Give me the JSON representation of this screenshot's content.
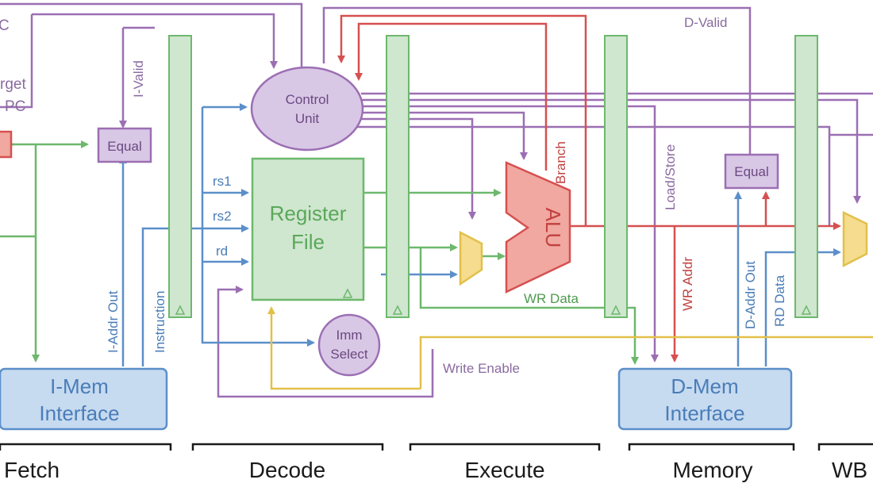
{
  "colors": {
    "purple": "#9b6fb3",
    "purple_fill": "#d9c7e6",
    "green": "#6db86d",
    "green_fill": "#cfe6cf",
    "blue": "#5b8fc9",
    "blue_fill": "#c6daf0",
    "red": "#d65050",
    "red_fill": "#f0a8a0",
    "yellow": "#e2c04a",
    "yellow_fill": "#f5dc8e",
    "text_purple": "#8a6aa0",
    "text_green": "#4f9a4f",
    "text_blue": "#4a7db8",
    "text_red": "#c24040"
  },
  "blocks": {
    "control_unit": [
      "Control",
      "Unit"
    ],
    "register_file": [
      "Register",
      "File"
    ],
    "alu": "ALU",
    "imm_select": [
      "Imm",
      "Select"
    ],
    "imem": [
      "I-Mem",
      "Interface"
    ],
    "dmem": [
      "D-Mem",
      "Interface"
    ],
    "equal_fetch": "Equal",
    "equal_mem": "Equal"
  },
  "signals": {
    "target_pc": [
      "rget",
      "PC"
    ],
    "top_left_c": "C",
    "i_valid": "I-Valid",
    "i_addr_out": "I-Addr Out",
    "instruction": "Instruction",
    "rs1": "rs1",
    "rs2": "rs2",
    "rd": "rd",
    "branch": "Branch",
    "load_store": "Load/Store",
    "wr_data": "WR Data",
    "wr_addr": "WR Addr",
    "write_enable": "Write Enable",
    "d_valid": "D-Valid",
    "d_addr_out": "D-Addr Out",
    "rd_data": "RD Data"
  },
  "stages": [
    "Fetch",
    "Decode",
    "Execute",
    "Memory",
    "WB"
  ]
}
